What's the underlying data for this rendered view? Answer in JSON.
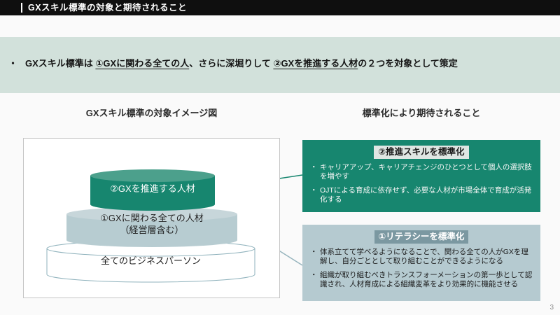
{
  "header": {
    "title": "GXスキル標準の対象と期待されること"
  },
  "intro": {
    "bullet": "・",
    "part1": "GXスキル標準は ",
    "underline1": "①GXに関わる全ての人",
    "part2": "、さらに深堀りして ",
    "underline2": "②GXを推進する人材",
    "part3": "の２つを対象として策定"
  },
  "left": {
    "heading": "GXスキル標準の対象イメージ図",
    "pyramid": {
      "top_label": "②GXを推進する人材",
      "middle_label_line1": "①GXに関わる全ての人材",
      "middle_label_line2": "（経営層含む）",
      "bottom_label": "全てのビジネスパーソン"
    }
  },
  "right": {
    "heading": "標準化により期待されること",
    "panel_promote": {
      "title": "②推進スキルを標準化",
      "bullets": [
        "キャリアアップ、キャリアチェンジのひとつとして個人の選択肢を増やす",
        "OJTによる育成に依存せず、必要な人材が市場全体で育成が活発化する"
      ]
    },
    "panel_literacy": {
      "title": "①リテラシーを標準化",
      "bullets": [
        "体系立てて学べるようになることで、関わる全ての人がGXを理解し、自分ごととして取り組むことができるようになる",
        "組織が取り組むべきトランスフォーメーションの第一歩として認識され、人材育成による組織変革をより効果的に機能させる"
      ]
    }
  },
  "page": {
    "number": "3"
  },
  "colors": {
    "header_bar": "#0f0f0f",
    "intro_band": "#d2e1db",
    "teal": "#17866F",
    "teal_top": "#4CA08C",
    "bluegray": "#b7ccd1",
    "bluegray_top": "#c7d6da",
    "bluegray_panel": "#b5cad0",
    "title_highlight_light": "#dfe6e3",
    "title_highlight_dark": "#7b98a1",
    "white_cyl_stroke": "#8fb2bc"
  }
}
